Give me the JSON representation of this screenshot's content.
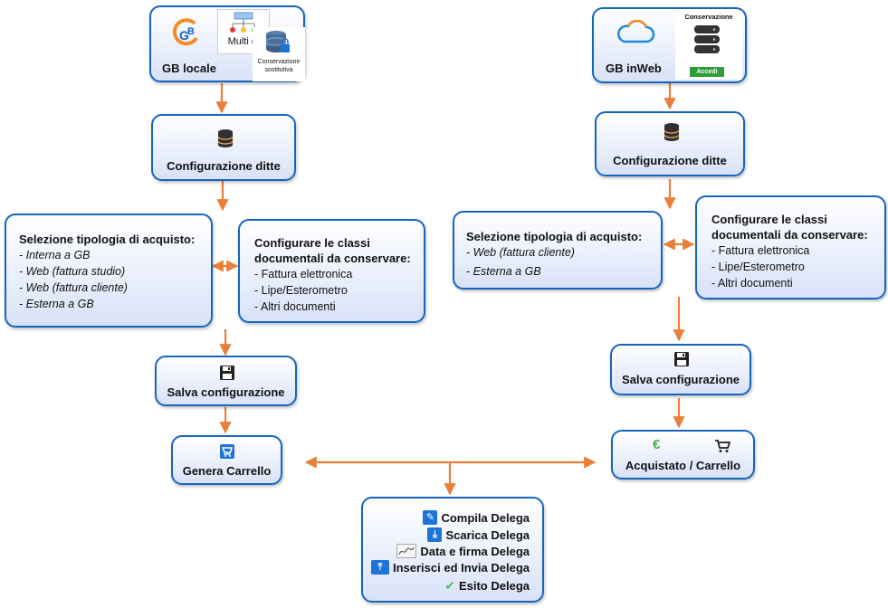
{
  "left": {
    "source": {
      "label": "GB locale",
      "tile_label": "Multi di",
      "cons_caption_1": "Conservazione",
      "cons_caption_2": "sostitutiva"
    },
    "config_ditte": "Configurazione ditte",
    "selezione": {
      "title": "Selezione tipologia di acquisto:",
      "items": [
        "-  Interna a GB",
        "- Web (fattura studio)",
        "- Web (fattura cliente)",
        "- Esterna a GB"
      ]
    },
    "classi": {
      "title_1": "Configurare le classi",
      "title_2": "documentali da conservare:",
      "items": [
        "- Fattura elettronica",
        "- Lipe/Esterometro",
        "- Altri documenti"
      ]
    },
    "salva": "Salva configurazione",
    "genera": "Genera Carrello"
  },
  "right": {
    "source": {
      "label": "GB inWeb",
      "cons_title": "Conservazione",
      "accedi": "Accedi"
    },
    "config_ditte": "Configurazione ditte",
    "selezione": {
      "title": "Selezione tipologia di acquisto:",
      "items": [
        "- Web (fattura cliente)",
        "- Esterna a GB"
      ]
    },
    "classi": {
      "title_1": "Configurare le classi",
      "title_2": "documentali da conservare:",
      "items": [
        "- Fattura elettronica",
        "- Lipe/Esterometro",
        "- Altri documenti"
      ]
    },
    "salva": "Salva configurazione",
    "acquistato": "Acquistato / Carrello"
  },
  "delega": {
    "items": [
      "Compila Delega",
      "Scarica Delega",
      "Data e firma Delega",
      "Inserisci ed Invia Delega",
      "Esito Delega"
    ]
  },
  "colors": {
    "border": "#1565c0",
    "arrow": "#e8803a",
    "icon_blue": "#1e73d8",
    "accedi_green": "#2e9e3a"
  }
}
